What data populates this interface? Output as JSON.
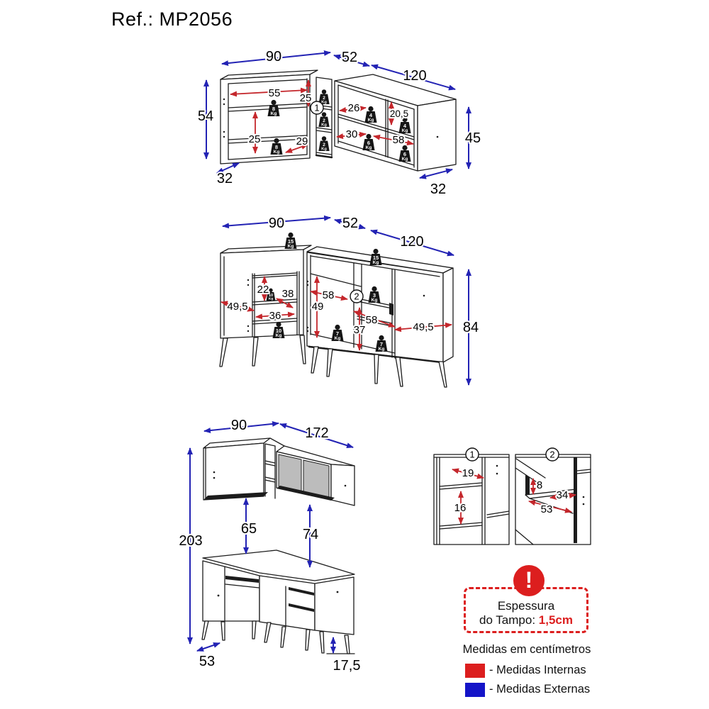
{
  "title": "Ref.: MP2056",
  "colors": {
    "internal": "#c4272c",
    "external": "#2323b4",
    "legend_red": "#dc1e1e",
    "legend_blue": "#1414c8"
  },
  "wall": {
    "ref": "1",
    "ext": {
      "w_left": "90",
      "w_corner": "52",
      "w_right": "120",
      "h_left": "54",
      "h_right": "45",
      "d_left": "32",
      "d_right": "32"
    },
    "int": {
      "shelf_w": "55",
      "top_h": "25",
      "bottom_h": "25",
      "diag": "29",
      "right_top_w": "26",
      "right_top_h": "20,5",
      "right_bottom_w": "30",
      "right_depth": "58"
    },
    "weights": {
      "left_top": {
        "value": "8",
        "unit": "Kg"
      },
      "left_bottom": {
        "value": "8",
        "unit": "Kg"
      },
      "corner_top": {
        "value": "2",
        "unit": "Kg"
      },
      "corner_mid": {
        "value": "2",
        "unit": "Kg"
      },
      "corner_bottom": {
        "value": "2",
        "unit": "Kg"
      },
      "right_top_left": {
        "value": "4",
        "unit": "Kg"
      },
      "right_top_right": {
        "value": "4",
        "unit": "Kg"
      },
      "right_bottom_left": {
        "value": "6",
        "unit": "Kg"
      },
      "right_bottom_right": {
        "value": "6",
        "unit": "Kg"
      }
    }
  },
  "base": {
    "ref": "2",
    "ext": {
      "w_left": "90",
      "w_corner": "52",
      "w_right": "120",
      "h_right": "84"
    },
    "int": {
      "left_depth": "49,5",
      "left_top_h": "22",
      "left_diag": "38",
      "left_shelf_w": "36",
      "mid_w": "58",
      "mid_h": "49",
      "right_depth": "58",
      "right_h": "37",
      "right_door_w": "49,5"
    },
    "weights": {
      "top_left": {
        "value": "15",
        "unit": "Kg"
      },
      "top_right": {
        "value": "15",
        "unit": "Kg"
      },
      "left_shelf": {
        "value": "10",
        "unit": "Kg"
      },
      "left_bottom": {
        "value": "10",
        "unit": "Kg"
      },
      "mid_bottom": {
        "value": "7",
        "unit": "Kg"
      },
      "right_shelf": {
        "value": "3",
        "unit": "Kg"
      },
      "right_bottom": {
        "value": "7",
        "unit": "Kg"
      }
    }
  },
  "assembly": {
    "ext": {
      "w_left": "90",
      "w_right": "172",
      "h_total": "203",
      "gap_left": "65",
      "gap_right": "74",
      "d_left": "53",
      "feet_h": "17,5"
    }
  },
  "details": {
    "d1": {
      "ref": "1",
      "shelf_depth": "19",
      "shelf_gap": "16"
    },
    "d2": {
      "ref": "2",
      "rail_h": "8",
      "shelf_depth": "34",
      "shelf_w": "53"
    }
  },
  "legend": {
    "warning": "!",
    "thickness_line1": "Espessura",
    "thickness_line2": "do Tampo:",
    "thickness_value": "1,5cm",
    "units": "Medidas em centímetros",
    "internal": "- Medidas Internas",
    "external": "- Medidas Externas"
  }
}
